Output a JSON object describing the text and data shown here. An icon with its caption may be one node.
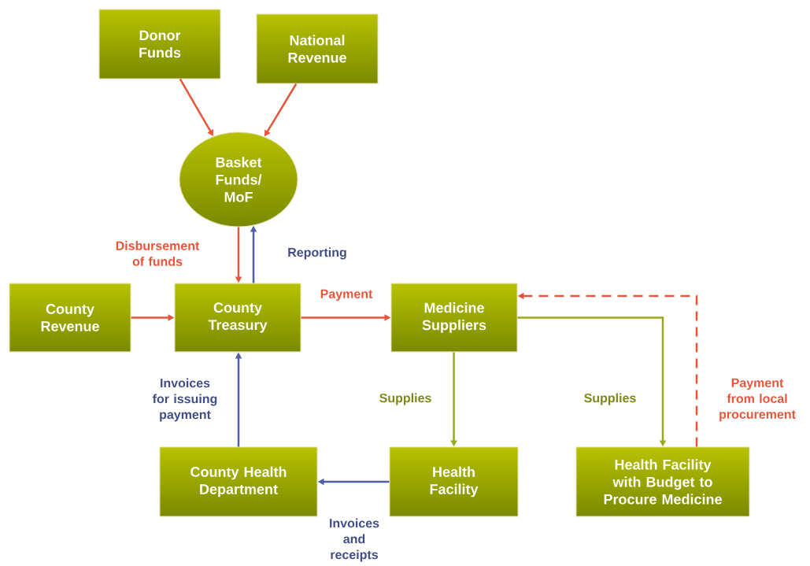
{
  "diagram": {
    "nodes": [
      {
        "text": [
          "Donor Funds"
        ]
      },
      {
        "text": [
          "National Revenue"
        ]
      },
      {
        "text": [
          "Basket Funds/ MoF"
        ]
      },
      {
        "text": [
          "County Revenue"
        ]
      },
      {
        "text": [
          "County Treasury"
        ]
      },
      {
        "text": [
          "Medicine Suppliers"
        ]
      },
      {
        "text": [
          "County Health Department"
        ]
      },
      {
        "text": [
          "Health Facility"
        ]
      },
      {
        "text": [
          "Health Facility with Budget to Procure Medicine"
        ]
      }
    ],
    "edges": [
      {
        "from": 0,
        "to": 2,
        "arrow": "to"
      },
      {
        "from": 1,
        "to": 2,
        "arrow": "to"
      },
      {
        "from": 2,
        "to": 4,
        "arrow": "to",
        "label": "Disbursement of funds"
      },
      {
        "from": 4,
        "to": 2,
        "arrow": "to",
        "label": "Reporting",
        "color": "#5060a8"
      },
      {
        "from": 3,
        "to": 4,
        "arrow": "to"
      },
      {
        "from": 4,
        "to": 5,
        "arrow": "to",
        "label": "Payment"
      },
      {
        "from": 5,
        "to": 7,
        "arrow": "to",
        "label": "Supplies",
        "color": "#9aaa1e"
      },
      {
        "from": 5,
        "to": 8,
        "arrow": "to",
        "label": "Supplies",
        "color": "#9aaa1e"
      },
      {
        "from": 8,
        "to": 5,
        "arrow": "to",
        "label": "Payment from local procurement",
        "style": "dashed"
      },
      {
        "from": 7,
        "to": 6,
        "arrow": "to",
        "label": "Invoices and receipts",
        "color": "#5060a8"
      },
      {
        "from": 6,
        "to": 4,
        "arrow": "to",
        "label": "Invoices for issuing payment",
        "color": "#5060a8"
      }
    ]
  }
}
